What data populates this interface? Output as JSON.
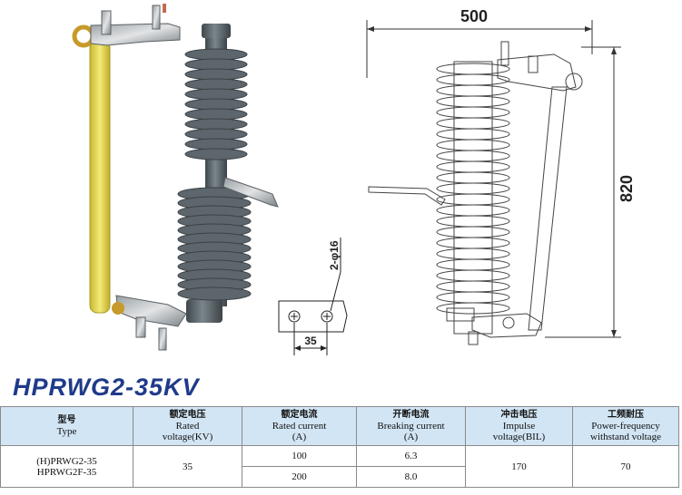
{
  "product": {
    "title": "HPRWG2-35KV"
  },
  "drawing": {
    "width_dim": "500",
    "height_dim": "820",
    "hole_spec": "2-φ16",
    "hole_spacing": "35"
  },
  "table": {
    "headers": [
      {
        "zh": "型号",
        "en1": "Type",
        "en2": ""
      },
      {
        "zh": "额定电压",
        "en1": "Rated",
        "en2": "voltage(KV)"
      },
      {
        "zh": "额定电流",
        "en1": "Rated current",
        "en2": "(A)"
      },
      {
        "zh": "开断电流",
        "en1": "Breaking current",
        "en2": "(A)"
      },
      {
        "zh": "冲击电压",
        "en1": "Impulse",
        "en2": "voltage(BIL)"
      },
      {
        "zh": "工频耐压",
        "en1": "Power-frequency",
        "en2": "withstand voltage"
      }
    ],
    "models": [
      "(H)PRWG2-35",
      "HPRWG2F-35"
    ],
    "rated_voltage": "35",
    "rated_current": [
      "100",
      "200"
    ],
    "breaking_current": [
      "6.3",
      "8.0"
    ],
    "impulse_voltage": "170",
    "power_freq_voltage": "70"
  },
  "colors": {
    "title": "#1f3a8a",
    "header_bg": "#d2e5f4",
    "insulator": "#5c666c",
    "fuse_tube": "#e9dc5a"
  }
}
